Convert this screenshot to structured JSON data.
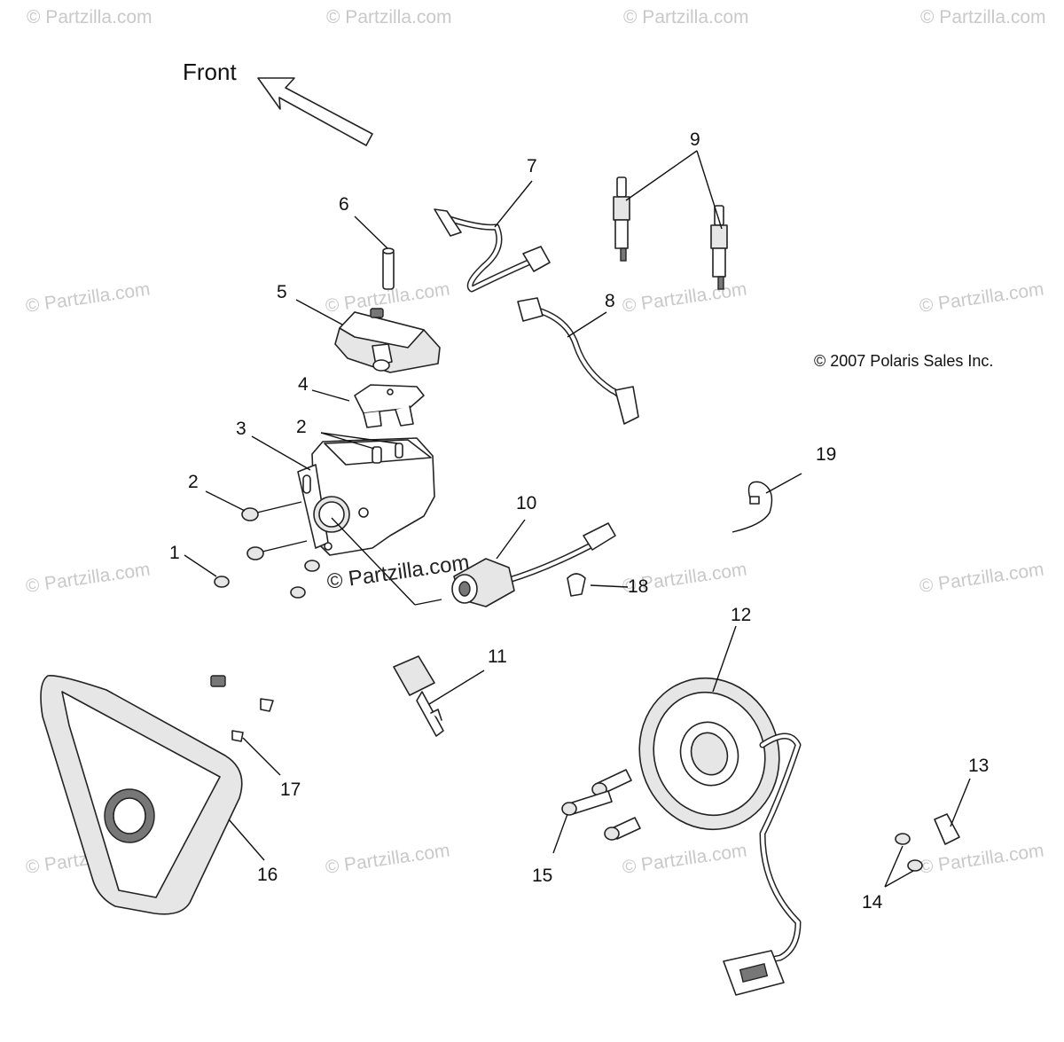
{
  "diagram": {
    "front_label": "Front",
    "copyright": "© 2007 Polaris Sales Inc.",
    "watermark_text": "© Partzilla.com",
    "callouts": [
      "1",
      "2",
      "2",
      "3",
      "4",
      "5",
      "6",
      "7",
      "8",
      "9",
      "10",
      "11",
      "12",
      "13",
      "14",
      "15",
      "16",
      "17",
      "18",
      "19"
    ]
  }
}
